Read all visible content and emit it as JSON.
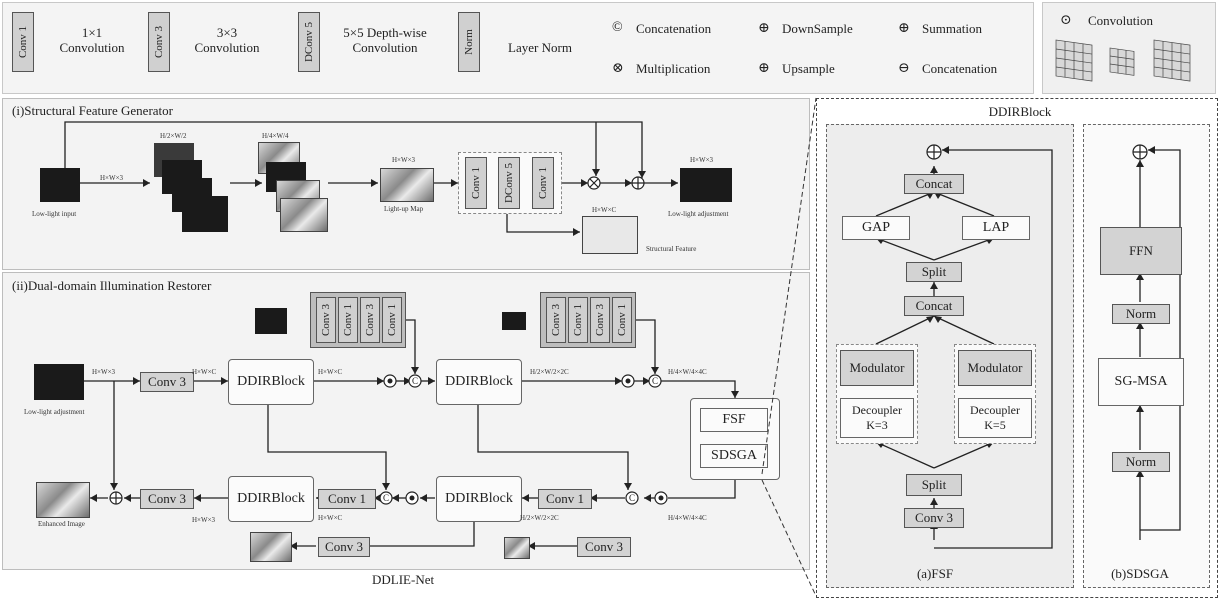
{
  "legend": {
    "items": [
      {
        "key": "Conv 1",
        "text": "1×1\nConvolution"
      },
      {
        "key": "Conv 3",
        "text": "3×3\nConvolution"
      },
      {
        "key": "DConv 5",
        "text": "5×5 Depth-wise\nConvolution"
      },
      {
        "key": "Norm",
        "text": "Layer Norm"
      }
    ],
    "symbols": [
      {
        "glyph": "©",
        "text": "Concatenation"
      },
      {
        "glyph": "⊗",
        "text": "Multiplication"
      },
      {
        "glyph": "⊕",
        "text": "DownSample"
      },
      {
        "glyph": "⊕",
        "text": "Upsample"
      },
      {
        "glyph": "⊕",
        "text": "Summation"
      },
      {
        "glyph": "⊖",
        "text": "Concatenation"
      }
    ],
    "conv": {
      "glyph": "⊙",
      "text": "Convolution"
    }
  },
  "sfg": {
    "title": "(i)Structural  Feature Generator",
    "low_light_input": "Low-light input",
    "light_up_map": "Light-up Map",
    "structural_feature": "Structural Feature",
    "low_light_adjustment": "Low-light adjustment",
    "blocks": [
      "Conv 1",
      "DConv 5",
      "Conv 1"
    ],
    "dims": [
      "H×W×3",
      "H/2×W/2",
      "H/4×W/4",
      "H×W×3",
      "H×W×C",
      "H×W×3"
    ]
  },
  "dir": {
    "title": "(ii)Dual-domain Illumination Restorer",
    "low_light_adjustment": "Low-light adjustment",
    "enhanced_image": "Enhanced Image",
    "ddir_label": "DDIRBlock",
    "conv3": "Conv 3",
    "conv1": "Conv 1",
    "fsf": "FSF",
    "sdsga": "SDSGA",
    "top_stack_1": [
      "Conv 3",
      "Conv 1",
      "Conv 3",
      "Conv 1"
    ],
    "top_stack_2": [
      "Conv 3",
      "Conv 1",
      "Conv 3",
      "Conv 1"
    ],
    "dims": [
      "H×W×3",
      "H×W×C",
      "H×W×C",
      "H/2×W/2×2C",
      "H/4×W/4×4C",
      "H/4×W/4×4C",
      "H/2×W/2×2C",
      "H×W×C",
      "H×W×3"
    ]
  },
  "caption": "DDLIE-Net",
  "ddir_block": {
    "title": "DDIRBlock",
    "fsf": {
      "concat_top": "Concat",
      "gap": "GAP",
      "lap": "LAP",
      "split_top": "Split",
      "concat_mid": "Concat",
      "modulator_l": "Modulator",
      "modulator_r": "Modulator",
      "decoupler_l": "Decoupler\nK=3",
      "decoupler_r": "Decoupler\nK=5",
      "split_bot": "Split",
      "conv3": "Conv 3",
      "caption": "(a)FSF"
    },
    "sdsga": {
      "ffn": "FFN",
      "norm_top": "Norm",
      "sgmsa": "SG-MSA",
      "norm_bot": "Norm",
      "caption": "(b)SDSGA"
    }
  }
}
